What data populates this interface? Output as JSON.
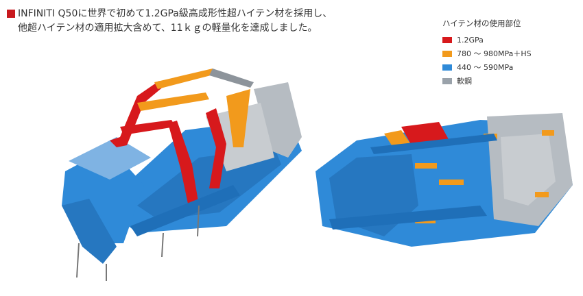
{
  "headline": {
    "line1": "INFINITI Q50に世界で初めて1.2GPa級高成形性超ハイテン材を採用し、",
    "line2": "他超ハイテン材の適用拡大含めて、11ｋｇの軽量化を達成しました。"
  },
  "legend": {
    "title": "ハイテン材の使用部位",
    "items": [
      {
        "label": "1.2GPa",
        "color": "#d7191c"
      },
      {
        "label": "780 ～ 980MPa＋HS",
        "color": "#f29a1c"
      },
      {
        "label": "440 ～ 590MPa",
        "color": "#2f8ad8"
      },
      {
        "label": "軟鋼",
        "color": "#9aa2aa"
      }
    ]
  },
  "colors": {
    "ultra": "#d7191c",
    "high": "#f29a1c",
    "mid": "#2f8ad8",
    "mild": "#9aa2aa",
    "bullet": "#c8191e"
  }
}
